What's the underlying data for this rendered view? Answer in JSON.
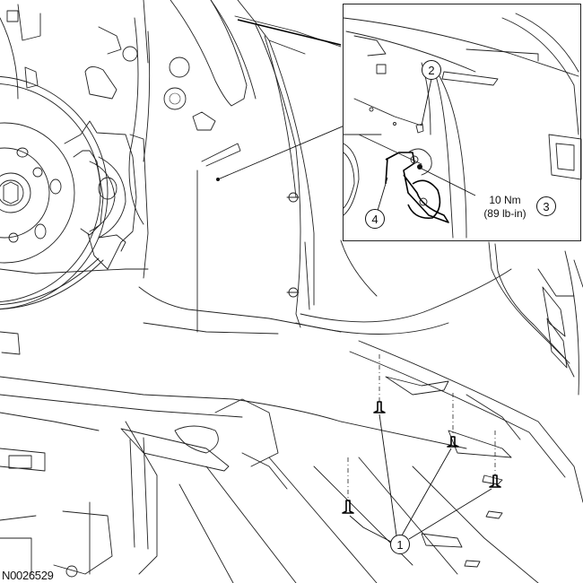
{
  "figure": {
    "id_label": "N0026529",
    "type": "Service manual line illustration",
    "subject": "Horn and front splash shield / wheel liner fasteners"
  },
  "callouts": [
    {
      "number": "1",
      "description": "Push-pin fasteners (4)"
    },
    {
      "number": "2",
      "description": "Horn fastener"
    },
    {
      "number": "3",
      "description": "Torque specification reference"
    },
    {
      "number": "4",
      "description": "Horn assembly"
    }
  ],
  "torque_spec": {
    "metric": "10 Nm",
    "imperial": "(89 lb-in)"
  },
  "inset": {
    "present": true,
    "detail": "Magnified view of horn mounting"
  },
  "colors": {
    "line": "#222222",
    "background": "#ffffff"
  }
}
